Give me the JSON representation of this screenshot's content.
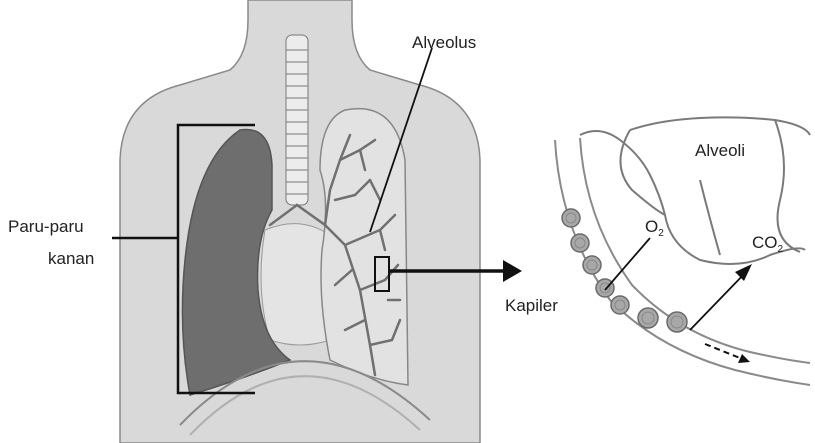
{
  "labels": {
    "alveolus": "Alveolus",
    "right_lung_line1": "Paru-paru",
    "right_lung_line2": "kanan",
    "capillary": "Kapiler",
    "alveoli": "Alveoli",
    "oxygen_base": "O",
    "oxygen_sub": "2",
    "co2_base": "CO",
    "co2_sub": "2"
  }
}
